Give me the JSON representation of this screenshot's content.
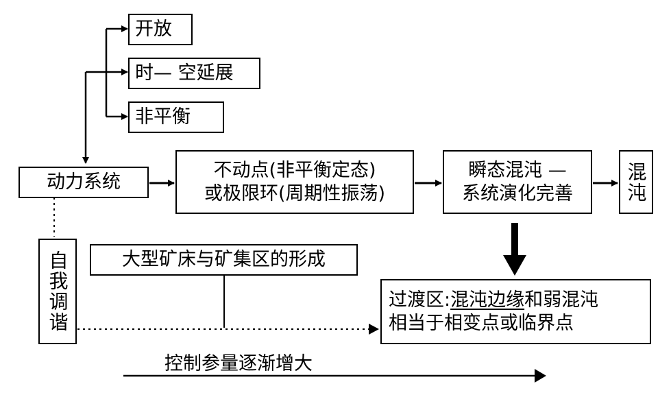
{
  "nodes": {
    "open": "开放",
    "spacetime": "时— 空延展",
    "nonequilibrium": "非平衡",
    "dynamic_system": "动力系统",
    "fixed_point": {
      "line1": "不动点(非平衡定态)",
      "line2": "或极限环(周期性振荡)"
    },
    "transient_chaos": {
      "line1": "瞬态混沌 —",
      "line2": "系统演化完善"
    },
    "chaos": "混沌",
    "self_harmony": "自我调谐",
    "ore_formation": "大型矿床与矿集区的形成",
    "transition": {
      "prefix": "过渡区:",
      "underlined": "混沌边缘",
      "suffix": "和弱混沌",
      "line2": "相当于相变点或临界点"
    }
  },
  "axis_label": "控制参量逐渐增大",
  "colors": {
    "line": "#000000",
    "box_border": "#000000"
  }
}
